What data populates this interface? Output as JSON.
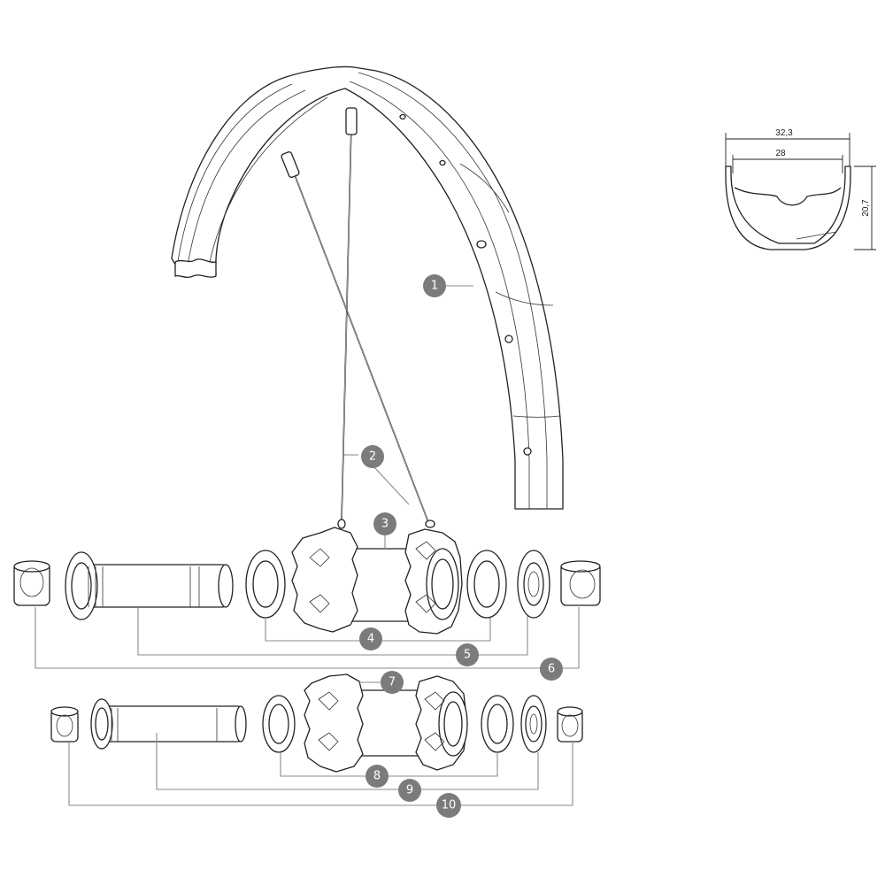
{
  "profile": {
    "outer_width": "32,3",
    "inner_width": "28",
    "height": "20,7"
  },
  "callouts": [
    "1",
    "2",
    "3",
    "4",
    "5",
    "6",
    "7",
    "8",
    "9",
    "10"
  ]
}
